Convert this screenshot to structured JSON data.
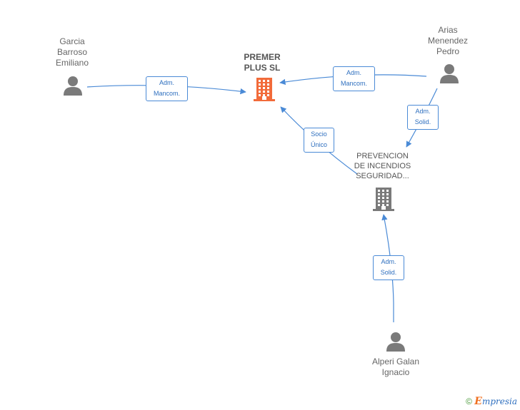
{
  "nodes": {
    "premer": {
      "label": "PREMER\nPLUS SL",
      "type": "company",
      "highlight": true
    },
    "prevencion": {
      "label": "PREVENCION\nDE INCENDIOS\nSEGURIDAD...",
      "type": "company"
    },
    "garcia": {
      "label": "Garcia\nBarroso\nEmiliano",
      "type": "person"
    },
    "arias": {
      "label": "Arias\nMenendez\nPedro",
      "type": "person"
    },
    "alperi": {
      "label": "Alperi Galan\nIgnacio",
      "type": "person"
    }
  },
  "edges": [
    {
      "from": "garcia",
      "to": "premer",
      "label": "Adm.\nMancom."
    },
    {
      "from": "arias",
      "to": "premer",
      "label": "Adm.\nMancom."
    },
    {
      "from": "arias",
      "to": "prevencion",
      "label": "Adm.\nSolid."
    },
    {
      "from": "prevencion",
      "to": "premer",
      "label": "Socio\nÚnico"
    },
    {
      "from": "alperi",
      "to": "prevencion",
      "label": "Adm.\nSolid."
    }
  ],
  "colors": {
    "edge": "#4a8ad6",
    "person": "#7a7a7a",
    "company": "#7a7a7a",
    "highlight_company": "#f26b3a"
  },
  "footer": {
    "copyright": "©",
    "brand_initial": "E",
    "brand_rest": "mpresia"
  }
}
